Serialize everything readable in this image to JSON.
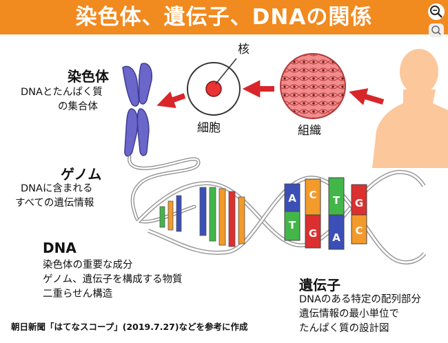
{
  "header": {
    "title": "染色体、遺伝子、DNAの関係"
  },
  "labels": {
    "nucleus": "核",
    "cell": "細胞",
    "tissue": "組織",
    "chromosome": {
      "title": "染色体",
      "lines": [
        "DNAとたんぱく質",
        "の集合体"
      ]
    },
    "genome": {
      "title": "ゲノム",
      "lines": [
        "DNAに含まれる",
        "すべての遺伝情報"
      ]
    },
    "dna": {
      "title": "DNA",
      "lines": [
        "染色体の重要な成分",
        "ゲノム、遺伝子を構成する物質",
        "二重らせん構造"
      ]
    },
    "gene": {
      "title": "遺伝子",
      "lines": [
        "DNAのある特定の配列部分",
        "遺伝情報の最小単位で",
        "たんぱく質の設計図"
      ]
    }
  },
  "bases": [
    "A",
    "C",
    "T",
    "G",
    "T",
    "G",
    "A",
    "C"
  ],
  "source": "朝日新聞「はてなスコープ」(2019.7.27)などを参考に作成",
  "colors": {
    "banner": "#f18a1f",
    "arrow": "#d8262b",
    "chromosome": "#6b66c9",
    "skin": "#fbc79b",
    "tissue": "#f06a6a",
    "base_green": "#43b649",
    "base_orange": "#f39a2a",
    "base_blue": "#3b4fb7",
    "base_red": "#dc2f2f"
  },
  "icons": [
    "zoom-in-icon",
    "zoom-reset-icon"
  ]
}
